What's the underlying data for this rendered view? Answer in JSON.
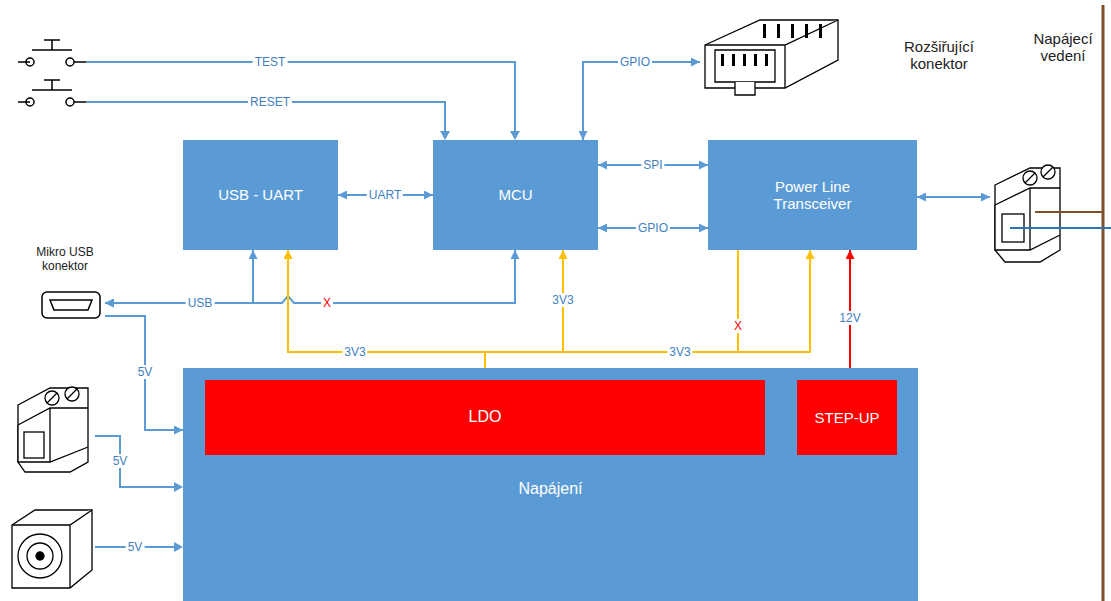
{
  "diagram": {
    "nodes": [
      {
        "text": [
          "Rozšiřující konektor"
        ]
      },
      {
        "text": [
          "Napájecí vedení"
        ]
      },
      {
        "text": [
          "USB - UART"
        ]
      },
      {
        "text": [
          "MCU"
        ]
      },
      {
        "text": [
          "Power Line Transceiver"
        ]
      },
      {
        "text": [
          "Mikro USB konektor"
        ]
      },
      {
        "text": [
          "Napájení"
        ]
      },
      {
        "text": [
          "LDO"
        ],
        "in": 6
      },
      {
        "text": [
          "STEP-UP"
        ],
        "in": 6
      }
    ],
    "edges": [
      {
        "from": 2,
        "to": 3,
        "label": "UART",
        "arrow": "both"
      },
      {
        "from": 3,
        "to": 4,
        "label": "SPI",
        "arrow": "both"
      },
      {
        "from": 3,
        "to": 4,
        "label": "GPIO",
        "arrow": "both"
      },
      {
        "from": 3,
        "to": 0,
        "label": "GPIO",
        "arrow": "both"
      },
      {
        "from": 4,
        "to": 1,
        "arrow": "both"
      },
      {
        "from": 5,
        "to": 2,
        "label": "USB",
        "arrow": "both"
      },
      {
        "from": 5,
        "to": 3,
        "arrow": "both"
      },
      {
        "from": 5,
        "to": 6,
        "label": "5V",
        "arrow": "to"
      },
      {
        "from": 7,
        "to": 2,
        "label": "3V3",
        "arrow": "to"
      },
      {
        "from": 7,
        "to": 3,
        "label": "3V3",
        "arrow": "to"
      },
      {
        "from": 7,
        "to": 4,
        "label": "3V3",
        "arrow": "to"
      },
      {
        "from": 4,
        "to": 7,
        "label": "X",
        "arrow": "to"
      },
      {
        "from": 8,
        "to": 4,
        "label": "12V",
        "arrow": "to"
      }
    ],
    "labels": [
      "TEST",
      "RESET",
      "X",
      "5V",
      "5V"
    ]
  }
}
